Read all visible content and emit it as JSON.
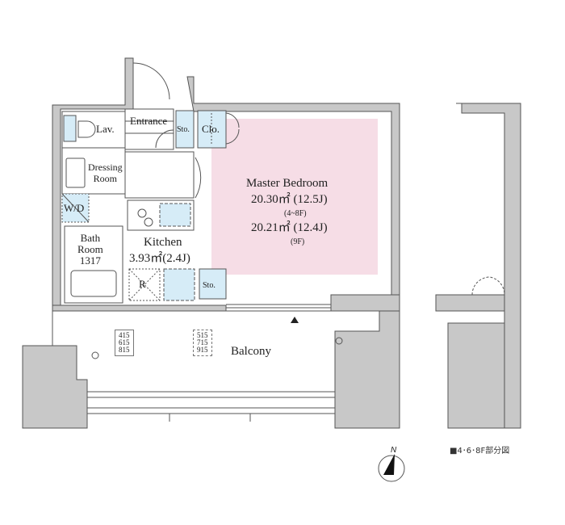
{
  "rooms": {
    "lav": "Lav.",
    "entrance": "Entrance",
    "storage_1": "Sto.",
    "closet": "Clo.",
    "dressing_line1": "Dressing",
    "dressing_line2": "Room",
    "washer_dryer": "W/D",
    "bath_line1": "Bath",
    "bath_line2": "Room",
    "bath_size": "1317",
    "kitchen": "Kitchen",
    "kitchen_area": "3.93㎡(2.4J)",
    "refrigerator": "R",
    "storage_2": "Sto.",
    "bedroom": "Master Bedroom",
    "bedroom_area_1": "20.30㎡ (12.5J)",
    "bedroom_floors_1": "(4~8F)",
    "bedroom_area_2": "20.21㎡ (12.4J)",
    "bedroom_floors_2": "(9F)",
    "balcony": "Balcony"
  },
  "unit_tags": {
    "tag_a": [
      "415",
      "615",
      "815"
    ],
    "tag_b": [
      "515",
      "715",
      "915"
    ]
  },
  "compass_label": "N",
  "partial_caption": "■4･6･8F部分図",
  "colors": {
    "bedroom_fill": "#f6dde6",
    "wet_area_fill": "#d6ecf7",
    "wall": "#c8c8c8",
    "line": "#555555"
  }
}
